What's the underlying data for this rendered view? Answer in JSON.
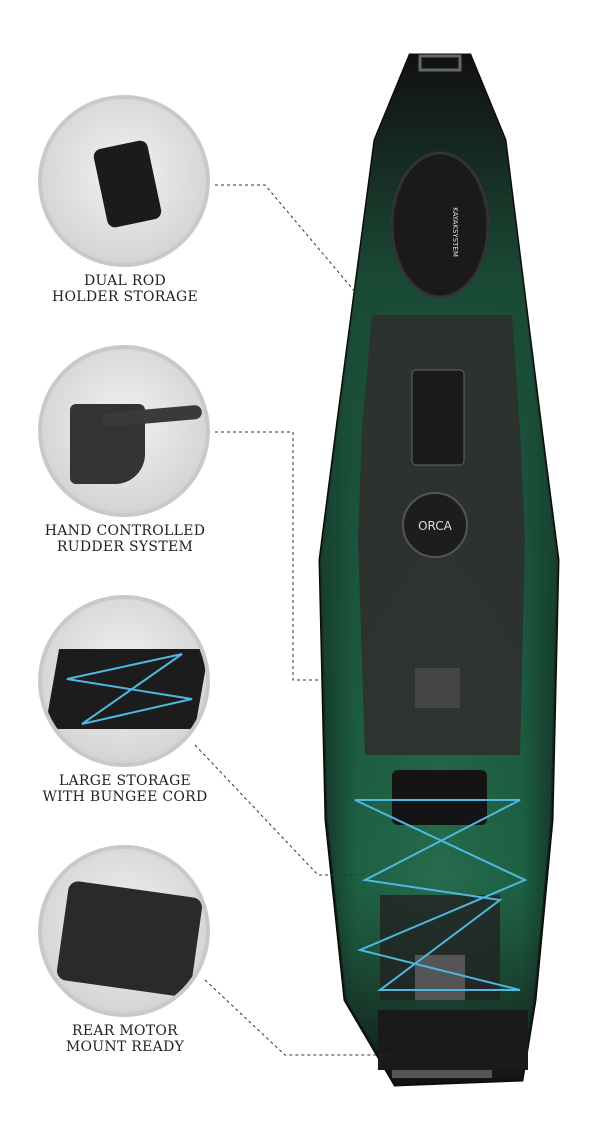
{
  "features": [
    {
      "line1": "DUAL ROD",
      "line2": "HOLDER STORAGE"
    },
    {
      "line1": "HAND CONTROLLED",
      "line2": "RUDDER SYSTEM"
    },
    {
      "line1": "LARGE STORAGE",
      "line2": "WITH BUNGEE CORD"
    },
    {
      "line1": "REAR MOTOR",
      "line2": "MOUNT READY"
    }
  ],
  "kayak": {
    "brand": "ORCA",
    "maker": "KAYAKSYSTEM"
  },
  "colors": {
    "hull_green": "#1f6b4a",
    "deck_dark": "#1c1c1c",
    "bungee": "#4fb8e0"
  }
}
